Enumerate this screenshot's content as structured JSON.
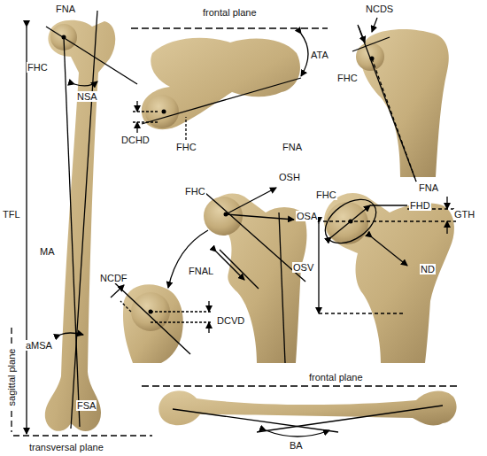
{
  "diagram": {
    "labels": [
      "FNA",
      "FHC",
      "NSA",
      "MA",
      "TFL",
      "aMSA",
      "FSA",
      "sagittal plane",
      "transversal plane",
      "frontal plane",
      "ATA",
      "FNA",
      "DCHD",
      "FHC",
      "NCDS",
      "FHC",
      "FNA",
      "FHC",
      "OSH",
      "OSA",
      "FNAL",
      "NCDF",
      "DCVD",
      "FHC",
      "FHD",
      "GTH",
      "OSV",
      "ND",
      "frontal plane",
      "BA"
    ]
  }
}
